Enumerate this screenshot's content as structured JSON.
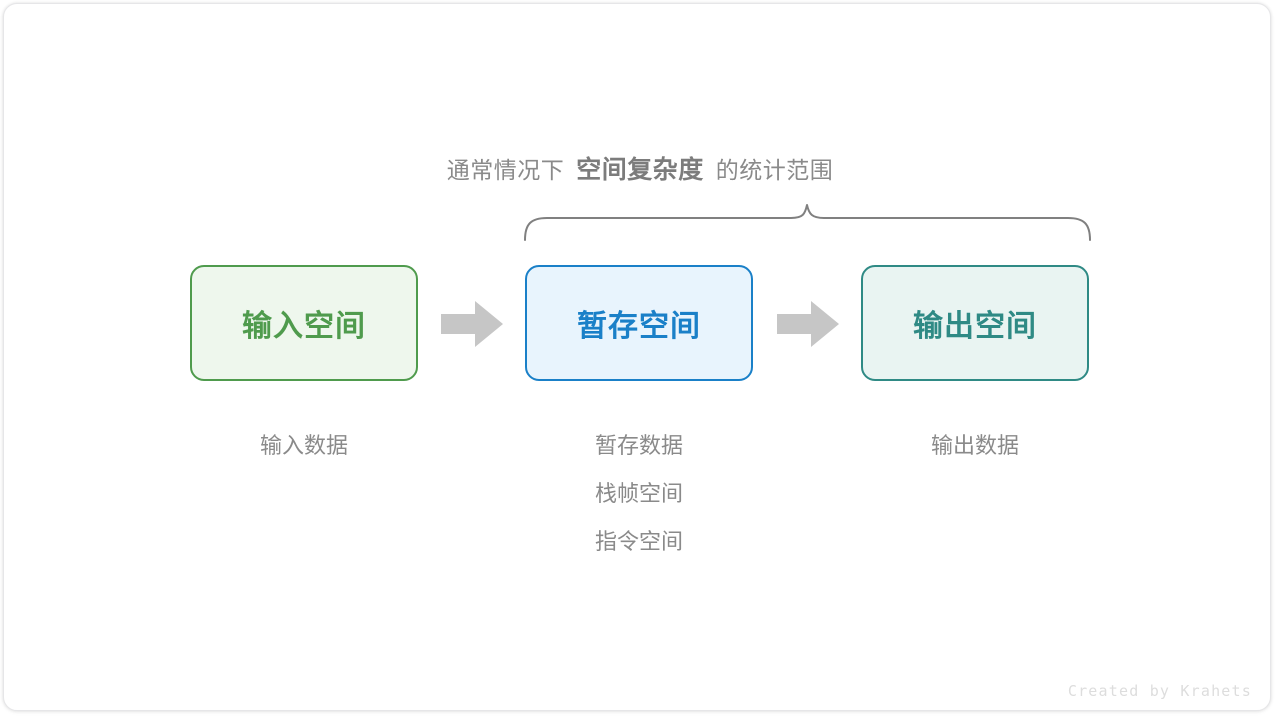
{
  "diagram": {
    "brace_caption": {
      "prefix": "通常情况下",
      "highlight": "空间复杂度",
      "suffix": "的统计范围"
    },
    "boxes": [
      {
        "name": "input-space",
        "label": "输入空间",
        "border_color": "#4f9b4d",
        "fill_color": "#eef7ed",
        "text_color": "#4f9b4d",
        "captions": [
          "输入数据"
        ]
      },
      {
        "name": "temp-space",
        "label": "暂存空间",
        "border_color": "#1a80c8",
        "fill_color": "#e8f4fd",
        "text_color": "#1a80c8",
        "captions": [
          "暂存数据",
          "栈帧空间",
          "指令空间"
        ]
      },
      {
        "name": "output-space",
        "label": "输出空间",
        "border_color": "#2f8a85",
        "fill_color": "#e9f4f2",
        "text_color": "#2f8a85",
        "captions": [
          "输出数据"
        ]
      }
    ],
    "arrow_color": "#c6c6c6",
    "brace_color": "#808080",
    "caption_color": "#8a8a8a",
    "watermark": "Created by Krahets"
  }
}
